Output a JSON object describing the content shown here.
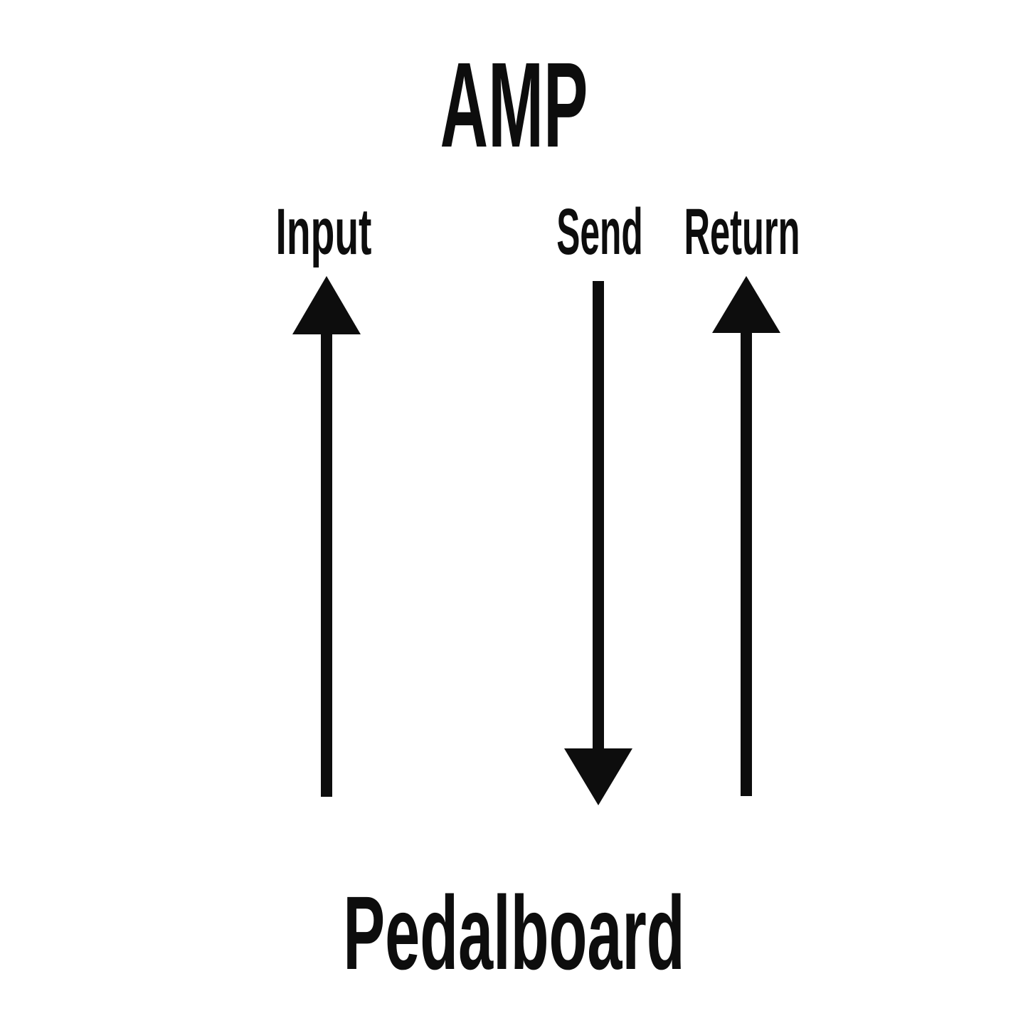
{
  "diagram": {
    "title": "AMP",
    "bottom_label": "Pedalboard",
    "colors": {
      "ink": "#0d0d0d",
      "background": "#ffffff"
    },
    "arrows": [
      {
        "label": "Input",
        "direction": "up"
      },
      {
        "label": "Send",
        "direction": "down"
      },
      {
        "label": "Return",
        "direction": "up"
      }
    ]
  }
}
